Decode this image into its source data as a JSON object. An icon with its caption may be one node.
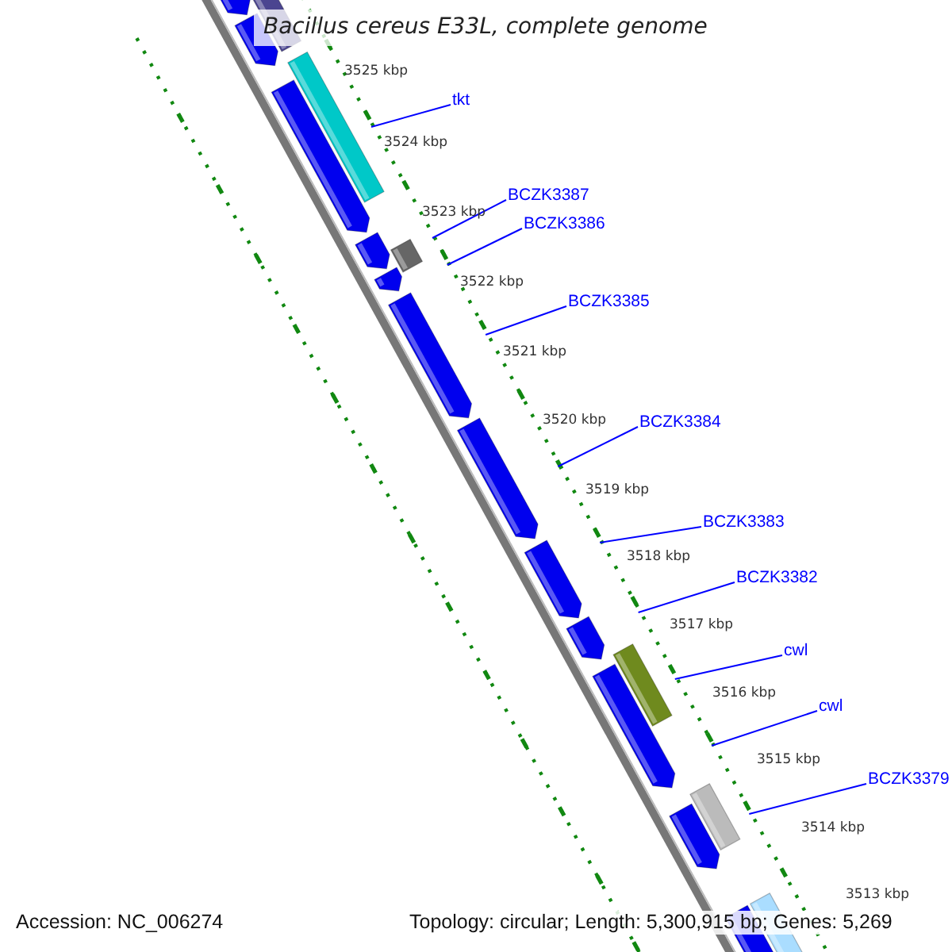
{
  "diagram": {
    "title": "Bacillus cereus E33L, complete genome",
    "nodes": [
      {
        "text": [
          "tkt"
        ]
      },
      {
        "text": [
          "BCZK3387"
        ]
      },
      {
        "text": [
          "BCZK3386"
        ]
      },
      {
        "text": [
          "BCZK3385"
        ]
      },
      {
        "text": [
          "BCZK3384"
        ]
      },
      {
        "text": [
          "BCZK3383"
        ]
      },
      {
        "text": [
          "BCZK3382"
        ]
      },
      {
        "text": [
          "cwl"
        ]
      },
      {
        "text": [
          "cwl"
        ]
      },
      {
        "text": [
          "BCZK3379"
        ]
      }
    ],
    "edges": [
      {
        "from": 0,
        "to": null,
        "arrow": "none"
      },
      {
        "from": 1,
        "to": null,
        "arrow": "none"
      },
      {
        "from": 2,
        "to": null,
        "arrow": "none"
      },
      {
        "from": 3,
        "to": null,
        "arrow": "none"
      },
      {
        "from": 4,
        "to": null,
        "arrow": "none"
      },
      {
        "from": 5,
        "to": null,
        "arrow": "none"
      },
      {
        "from": 6,
        "to": null,
        "arrow": "none"
      },
      {
        "from": 7,
        "to": null,
        "arrow": "none"
      },
      {
        "from": 8,
        "to": null,
        "arrow": "none"
      },
      {
        "from": 9,
        "to": null,
        "arrow": "none"
      }
    ],
    "labels": [
      "3525 kbp",
      "3524 kbp",
      "3523 kbp",
      "3522 kbp",
      "3521 kbp",
      "3520 kbp",
      "3519 kbp",
      "3518 kbp",
      "3517 kbp",
      "3516 kbp",
      "3515 kbp",
      "3514 kbp",
      "3513 kbp",
      "Accession: NC_006274",
      "Topology: circular; Length: 5,300,915 bp; Genes: 5,269"
    ]
  }
}
